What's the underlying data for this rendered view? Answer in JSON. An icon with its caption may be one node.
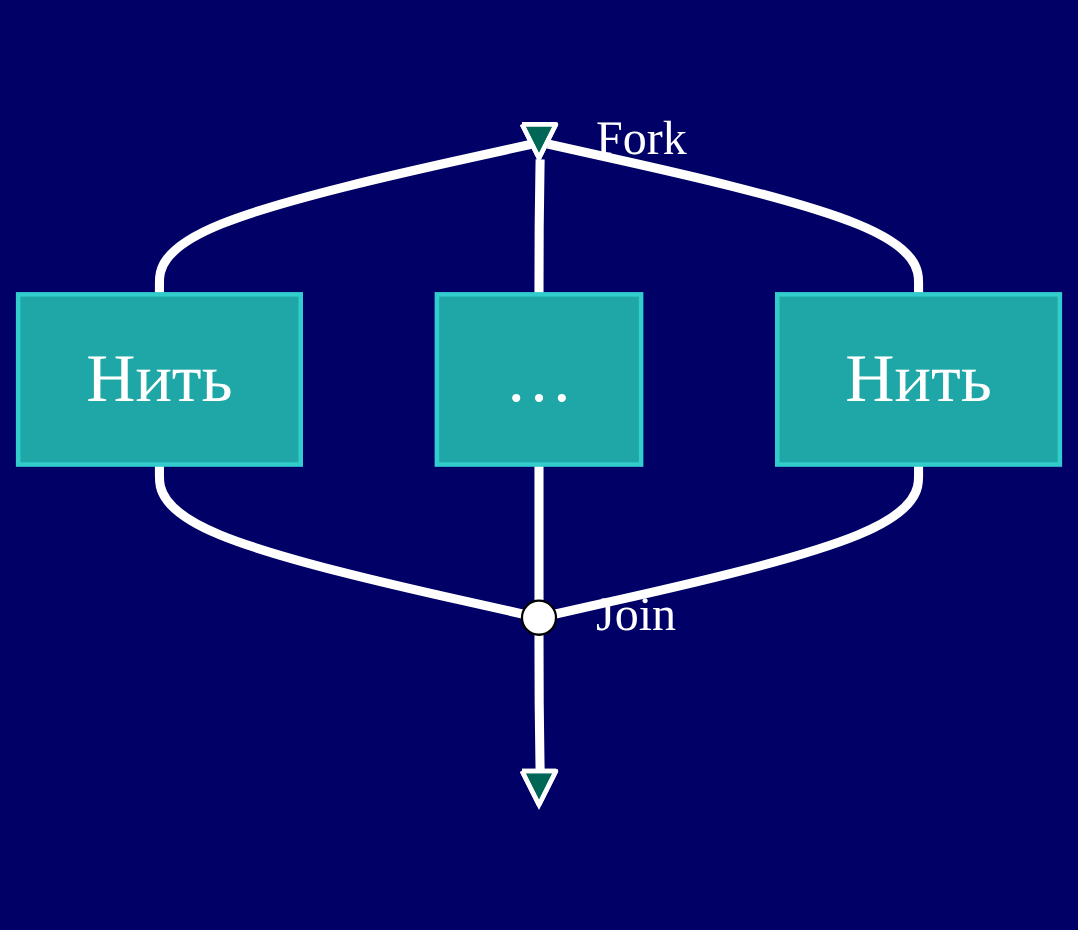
{
  "diagram": {
    "nodes": [
      {
        "text": [],
        "shape": "arrow",
        "beside": [
          "Fork"
        ]
      },
      {
        "text": [
          "Нить"
        ]
      },
      {
        "text": [
          "…"
        ]
      },
      {
        "text": [
          "Нить"
        ]
      },
      {
        "text": [],
        "shape": "circle",
        "beside": [
          "Join"
        ]
      },
      {
        "text": [],
        "shape": "arrow"
      }
    ],
    "edges": [
      {
        "from": 0,
        "to": 1,
        "arrow": "none"
      },
      {
        "from": 0,
        "to": 2,
        "arrow": "none"
      },
      {
        "from": 0,
        "to": 3,
        "arrow": "none"
      },
      {
        "from": 1,
        "to": 4,
        "arrow": "none"
      },
      {
        "from": 2,
        "to": 4,
        "arrow": "none"
      },
      {
        "from": 3,
        "to": 4,
        "arrow": "none"
      },
      {
        "from": 4,
        "to": 5,
        "arrow": "none"
      }
    ]
  }
}
